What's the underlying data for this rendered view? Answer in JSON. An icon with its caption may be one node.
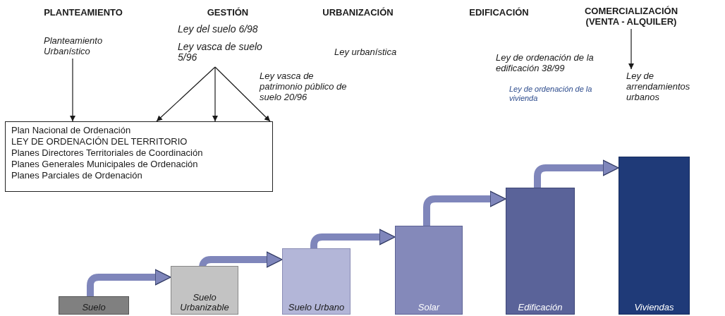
{
  "diagram": {
    "nodes": [
      {
        "text": [
          "Planteamiento Urbanístico"
        ]
      },
      {
        "text": [
          "Ley del suelo 6/98",
          "Ley vasca de suelo 5/96"
        ]
      },
      {
        "text": [
          "COMERCIALIZACIÓN (VENTA - ALQUILER)"
        ]
      },
      {
        "text": [
          "Ley de arrendamientos urbanos"
        ]
      },
      {
        "text": [
          "Plan Nacional de Ordenación",
          "LEY DE ORDENACIÓN DEL TERRITORIO",
          "Planes Directores Territoriales de Coordinación",
          "Planes Generales Municipales de Ordenación",
          "Planes Parciales de Ordenación"
        ]
      },
      {
        "text": [
          "Suelo"
        ]
      },
      {
        "text": [
          "Suelo Urbanizable"
        ]
      },
      {
        "text": [
          "Suelo Urbano"
        ]
      },
      {
        "text": [
          "Solar"
        ]
      },
      {
        "text": [
          "Edificación"
        ]
      },
      {
        "text": [
          "Viviendas"
        ]
      }
    ],
    "edges": [
      {
        "from": 0,
        "to": 4,
        "arrow": "to"
      },
      {
        "from": 1,
        "to": 4,
        "arrow": "to"
      },
      {
        "from": 1,
        "to": 4,
        "arrow": "to"
      },
      {
        "from": 1,
        "to": 4,
        "arrow": "to"
      },
      {
        "from": 2,
        "to": 3,
        "arrow": "to"
      },
      {
        "from": 5,
        "to": 6,
        "arrow": "to",
        "style": "thick",
        "color": "#7f86bb"
      },
      {
        "from": 6,
        "to": 7,
        "arrow": "to",
        "style": "thick",
        "color": "#7f86bb"
      },
      {
        "from": 7,
        "to": 8,
        "arrow": "to",
        "style": "thick",
        "color": "#7f86bb"
      },
      {
        "from": 8,
        "to": 9,
        "arrow": "to",
        "style": "thick",
        "color": "#7f86bb"
      },
      {
        "from": 9,
        "to": 10,
        "arrow": "to",
        "style": "thick",
        "color": "#7f86bb"
      }
    ],
    "labels": [
      "PLANTEAMIENTO",
      "GESTIÓN",
      "URBANIZACIÓN",
      "EDIFICACIÓN",
      "Ley vasca de patrimonio público de suelo 20/96",
      "Ley urbanística",
      "Ley de ordenación de la edificación 38/99",
      "Ley de ordenación de la vivienda"
    ]
  }
}
